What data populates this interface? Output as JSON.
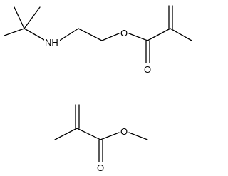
{
  "figure": {
    "molecules": [
      {
        "id": "tbaema",
        "atom_labels": {
          "nitrogen": "NH",
          "ester_oxygen": "O",
          "carbonyl_oxygen": "O"
        }
      },
      {
        "id": "mma",
        "atom_labels": {
          "ester_oxygen": "O",
          "carbonyl_oxygen": "O"
        }
      }
    ],
    "colors": {
      "bond": "#000000",
      "background": "#ffffff"
    }
  }
}
